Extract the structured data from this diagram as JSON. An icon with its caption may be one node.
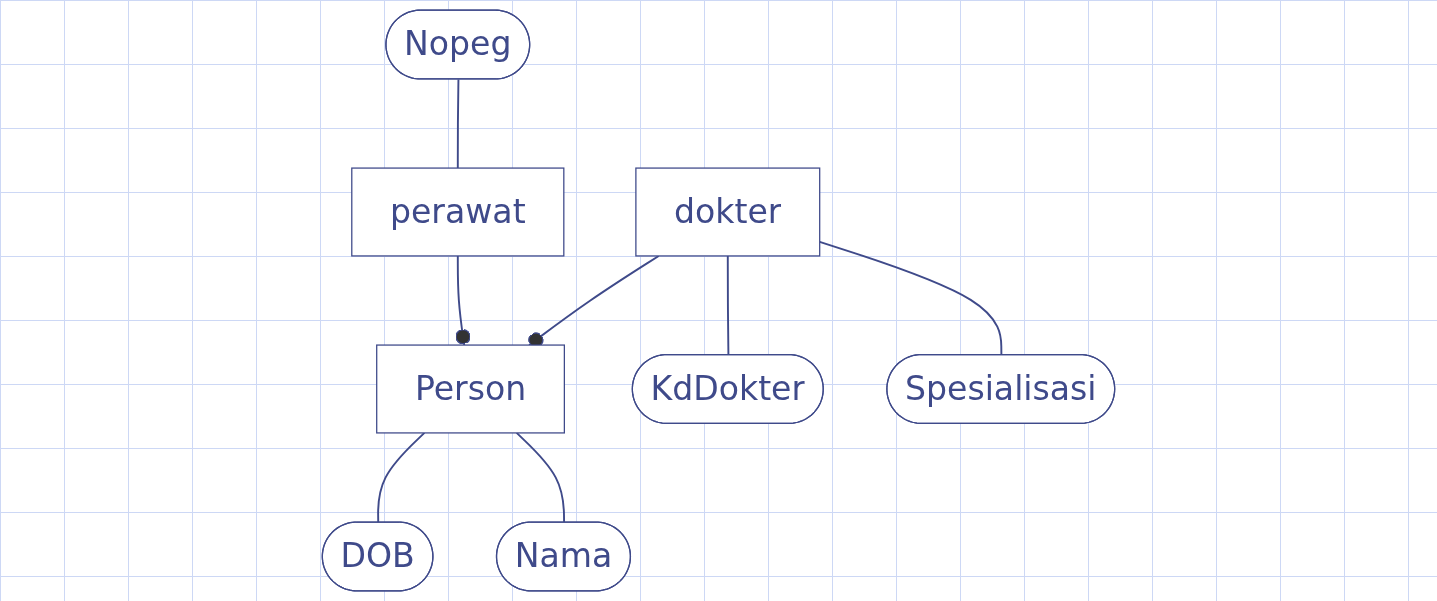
{
  "diagram": {
    "nodes": [
      {
        "text": [
          "Person"
        ]
      },
      {
        "text": [
          "DOB"
        ]
      },
      {
        "text": [
          "Nama"
        ]
      },
      {
        "text": [
          "dokter"
        ]
      },
      {
        "text": [
          "KdDokter"
        ]
      },
      {
        "text": [
          "Spesialisasi"
        ]
      },
      {
        "text": [
          "Nopeg"
        ]
      },
      {
        "text": [
          "perawat"
        ]
      }
    ],
    "edges": [
      {
        "from": 0,
        "to": 1,
        "arrow": "none"
      },
      {
        "from": 0,
        "to": 2,
        "arrow": "none"
      },
      {
        "from": 7,
        "to": 0,
        "arrow": "other"
      },
      {
        "from": 3,
        "to": 0,
        "arrow": "other"
      },
      {
        "from": 3,
        "to": 4,
        "arrow": "none"
      },
      {
        "from": 3,
        "to": 5,
        "arrow": "none"
      },
      {
        "from": 6,
        "to": 7,
        "arrow": "none"
      }
    ]
  }
}
